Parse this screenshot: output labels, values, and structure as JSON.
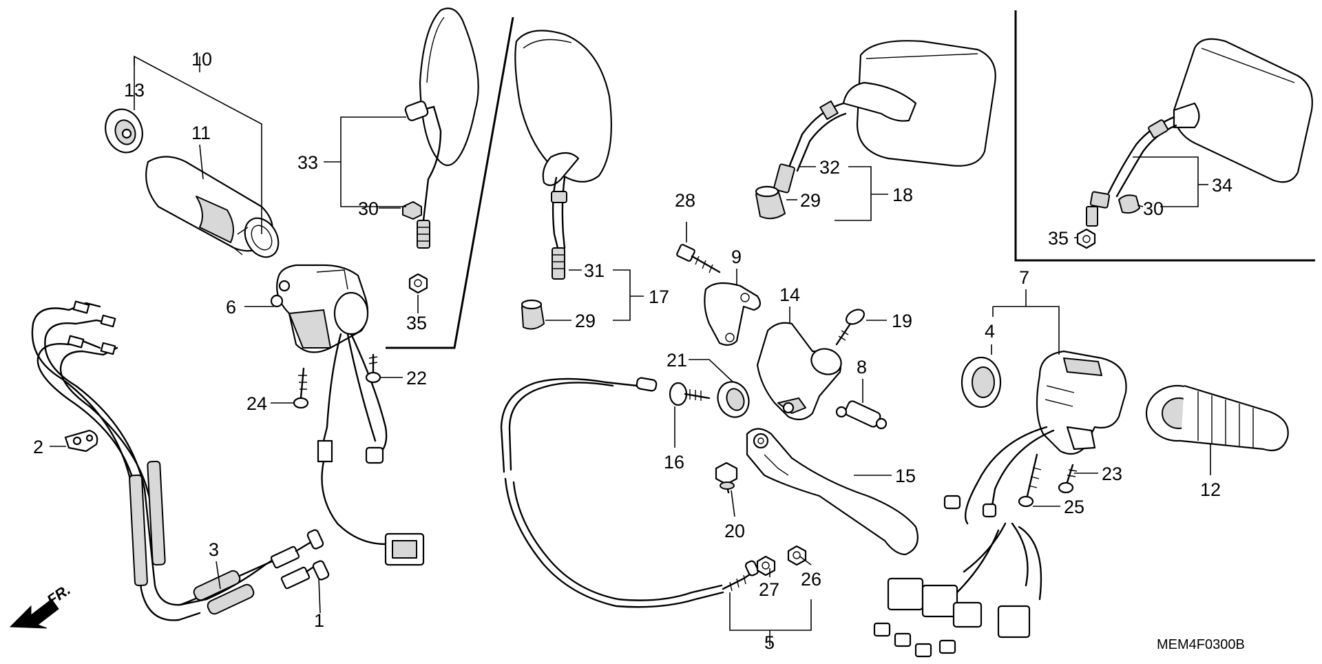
{
  "callouts": {
    "p1": "1",
    "p2": "2",
    "p3": "3",
    "p4": "4",
    "p5": "5",
    "p6": "6",
    "p7": "7",
    "p8": "8",
    "p9": "9",
    "p10": "10",
    "p11": "11",
    "p12": "12",
    "p13": "13",
    "p14": "14",
    "p15": "15",
    "p16": "16",
    "p17": "17",
    "p18": "18",
    "p19": "19",
    "p20": "20",
    "p21": "21",
    "p22": "22",
    "p23": "23",
    "p24": "24",
    "p25": "25",
    "p26": "26",
    "p27": "27",
    "p28": "28",
    "p29a": "29",
    "p29b": "29",
    "p30a": "30",
    "p30b": "30",
    "p31": "31",
    "p32": "32",
    "p33": "33",
    "p34": "34",
    "p35a": "35",
    "p35b": "35"
  },
  "direction_label": "FR.",
  "diagram_code": "MEM4F0300B"
}
